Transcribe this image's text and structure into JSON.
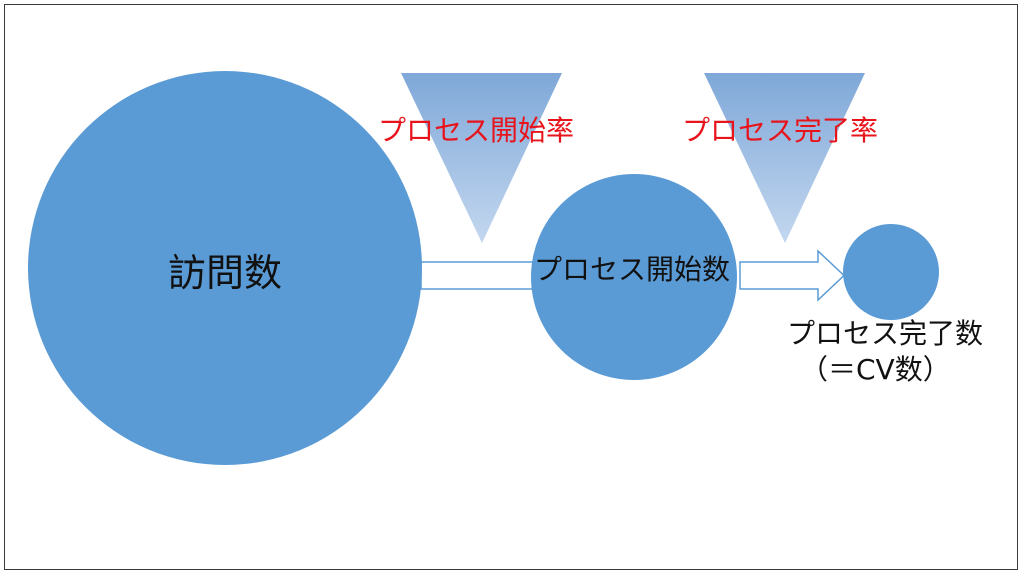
{
  "nodes": {
    "visits": {
      "label": "訪問数"
    },
    "process_start": {
      "label": "プロセス開始数"
    },
    "process_complete": {
      "label_line1": "プロセス完了数",
      "label_line2": "（＝CV数）"
    }
  },
  "rates": {
    "start_rate": {
      "label": "プロセス開始率"
    },
    "complete_rate": {
      "label": "プロセス完了率"
    }
  },
  "colors": {
    "circle_fill": "#5b9bd5",
    "triangle_top": "#7fa8d8",
    "triangle_bottom": "#c3d7ef",
    "arrow_stroke": "#5b9bd5",
    "rate_text": "#e8141c",
    "node_text": "#111111"
  }
}
